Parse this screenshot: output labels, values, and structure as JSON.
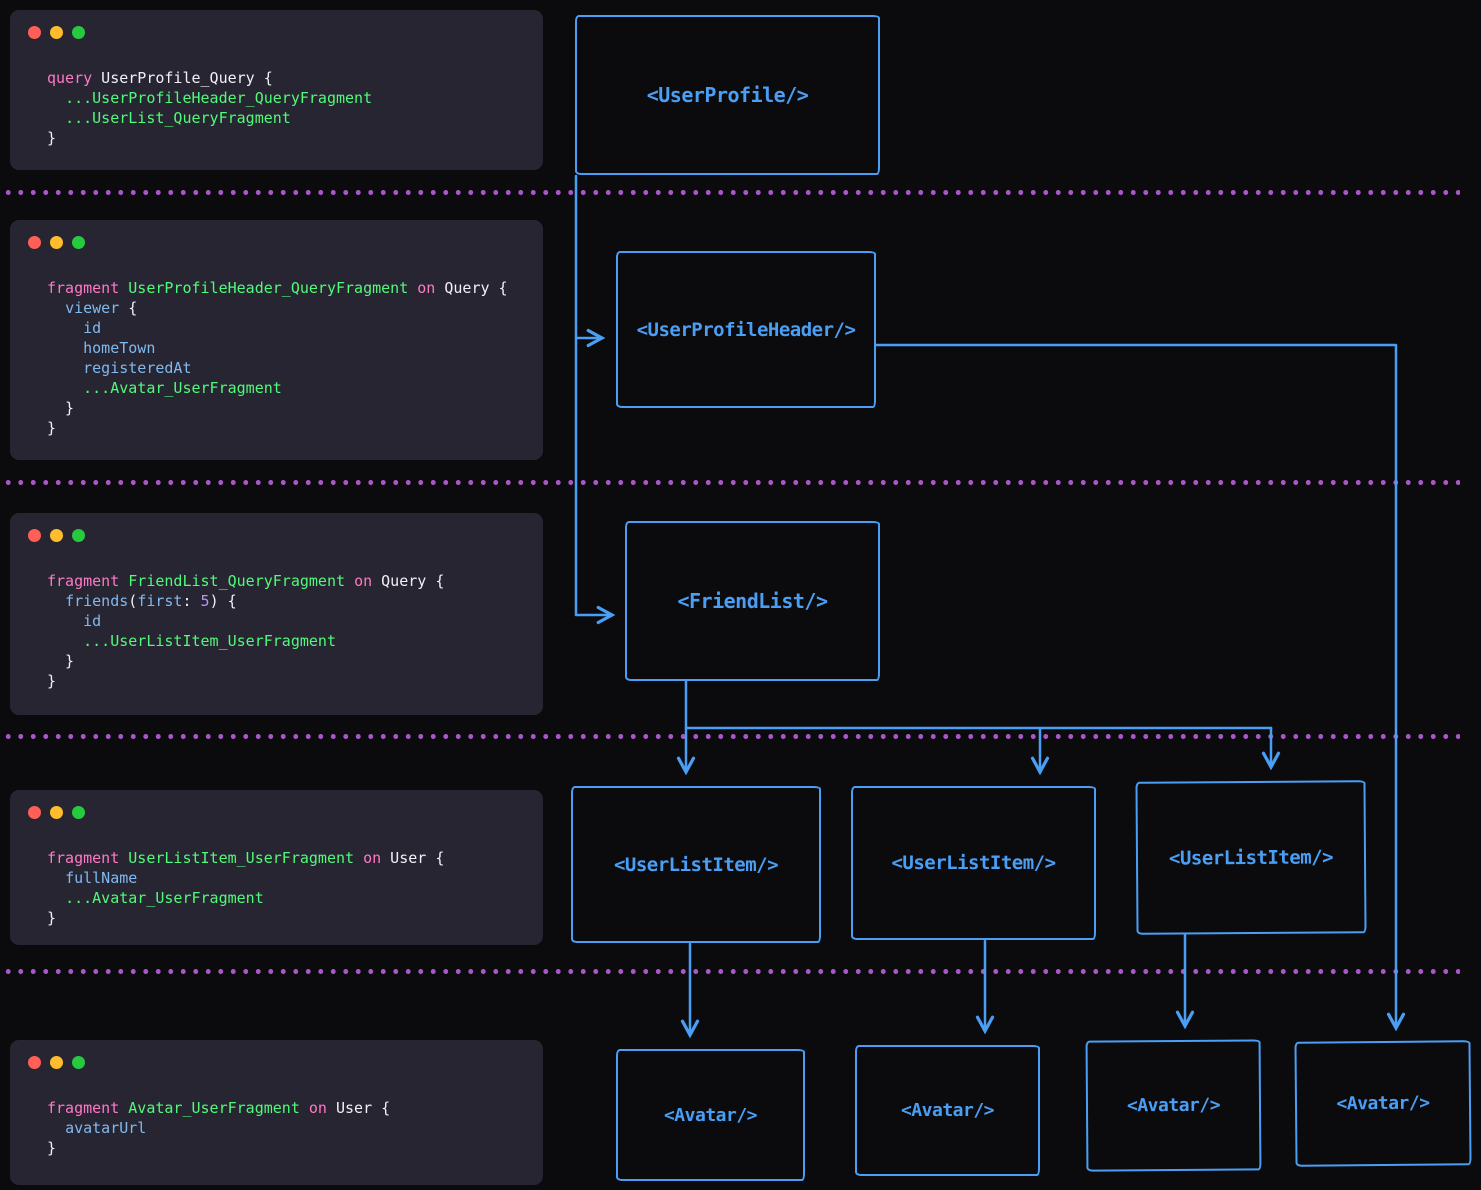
{
  "colors": {
    "background": "#0b0b0e",
    "panel_background": "#272531",
    "diagram_blue": "#4a9ff5",
    "separator_purple": "#a957c8",
    "traffic_red": "#ff5f56",
    "traffic_yellow": "#ffbd2e",
    "traffic_green": "#27c93f",
    "token_keyword": "#ff79c6",
    "token_fragment": "#50fa7b",
    "token_field": "#80b9f0",
    "token_number": "#bd93f9",
    "token_plain": "#f2f0f7"
  },
  "code_blocks": [
    {
      "name": "UserProfile_Query",
      "lines": [
        [
          [
            "query",
            "kw"
          ],
          [
            " UserProfile_Query {",
            "pl"
          ]
        ],
        [
          [
            "  ",
            "pl"
          ],
          [
            "...UserProfileHeader_QueryFragment",
            "fr"
          ]
        ],
        [
          [
            "  ",
            "pl"
          ],
          [
            "...UserList_QueryFragment",
            "fr"
          ]
        ],
        [
          [
            "}",
            "pl"
          ]
        ]
      ]
    },
    {
      "name": "UserProfileHeader_QueryFragment",
      "lines": [
        [
          [
            "fragment",
            "kw"
          ],
          [
            " ",
            "pl"
          ],
          [
            "UserProfileHeader_QueryFragment",
            "fr"
          ],
          [
            " ",
            "pl"
          ],
          [
            "on",
            "kw"
          ],
          [
            " Query {",
            "pl"
          ]
        ],
        [
          [
            "  ",
            "pl"
          ],
          [
            "viewer",
            "fd"
          ],
          [
            " {",
            "pl"
          ]
        ],
        [
          [
            "    ",
            "pl"
          ],
          [
            "id",
            "fd"
          ]
        ],
        [
          [
            "    ",
            "pl"
          ],
          [
            "homeTown",
            "fd"
          ]
        ],
        [
          [
            "    ",
            "pl"
          ],
          [
            "registeredAt",
            "fd"
          ]
        ],
        [
          [
            "    ",
            "pl"
          ],
          [
            "...Avatar_UserFragment",
            "fr"
          ]
        ],
        [
          [
            "  }",
            "pl"
          ]
        ],
        [
          [
            "}",
            "pl"
          ]
        ]
      ]
    },
    {
      "name": "FriendList_QueryFragment",
      "lines": [
        [
          [
            "fragment",
            "kw"
          ],
          [
            " ",
            "pl"
          ],
          [
            "FriendList_QueryFragment",
            "fr"
          ],
          [
            " ",
            "pl"
          ],
          [
            "on",
            "kw"
          ],
          [
            " Query {",
            "pl"
          ]
        ],
        [
          [
            "  ",
            "pl"
          ],
          [
            "friends",
            "fd"
          ],
          [
            "(",
            "pl"
          ],
          [
            "first",
            "fd"
          ],
          [
            ": ",
            "pl"
          ],
          [
            "5",
            "num"
          ],
          [
            ") {",
            "pl"
          ]
        ],
        [
          [
            "    ",
            "pl"
          ],
          [
            "id",
            "fd"
          ]
        ],
        [
          [
            "    ",
            "pl"
          ],
          [
            "...UserListItem_UserFragment",
            "fr"
          ]
        ],
        [
          [
            "  }",
            "pl"
          ]
        ],
        [
          [
            "}",
            "pl"
          ]
        ]
      ]
    },
    {
      "name": "UserListItem_UserFragment",
      "lines": [
        [
          [
            "fragment",
            "kw"
          ],
          [
            " ",
            "pl"
          ],
          [
            "UserListItem_UserFragment",
            "fr"
          ],
          [
            " ",
            "pl"
          ],
          [
            "on",
            "kw"
          ],
          [
            " User {",
            "pl"
          ]
        ],
        [
          [
            "  ",
            "pl"
          ],
          [
            "fullName",
            "fd"
          ]
        ],
        [
          [
            "  ",
            "pl"
          ],
          [
            "...Avatar_UserFragment",
            "fr"
          ]
        ],
        [
          [
            "}",
            "pl"
          ]
        ]
      ]
    },
    {
      "name": "Avatar_UserFragment",
      "lines": [
        [
          [
            "fragment",
            "kw"
          ],
          [
            " ",
            "pl"
          ],
          [
            "Avatar_UserFragment",
            "fr"
          ],
          [
            " ",
            "pl"
          ],
          [
            "on",
            "kw"
          ],
          [
            " User {",
            "pl"
          ]
        ],
        [
          [
            "  ",
            "pl"
          ],
          [
            "avatarUrl",
            "fd"
          ]
        ],
        [
          [
            "}",
            "pl"
          ]
        ]
      ]
    }
  ],
  "components": {
    "user_profile": {
      "label": "<UserProfile/>"
    },
    "user_profile_header": {
      "label": "<UserProfileHeader/>"
    },
    "friend_list": {
      "label": "<FriendList/>"
    },
    "user_list_items": [
      {
        "label": "<UserListItem/>"
      },
      {
        "label": "<UserListItem/>"
      },
      {
        "label": "<UserListItem/>"
      }
    ],
    "avatars": [
      {
        "label": "<Avatar/>"
      },
      {
        "label": "<Avatar/>"
      },
      {
        "label": "<Avatar/>"
      },
      {
        "label": "<Avatar/>"
      }
    ]
  }
}
